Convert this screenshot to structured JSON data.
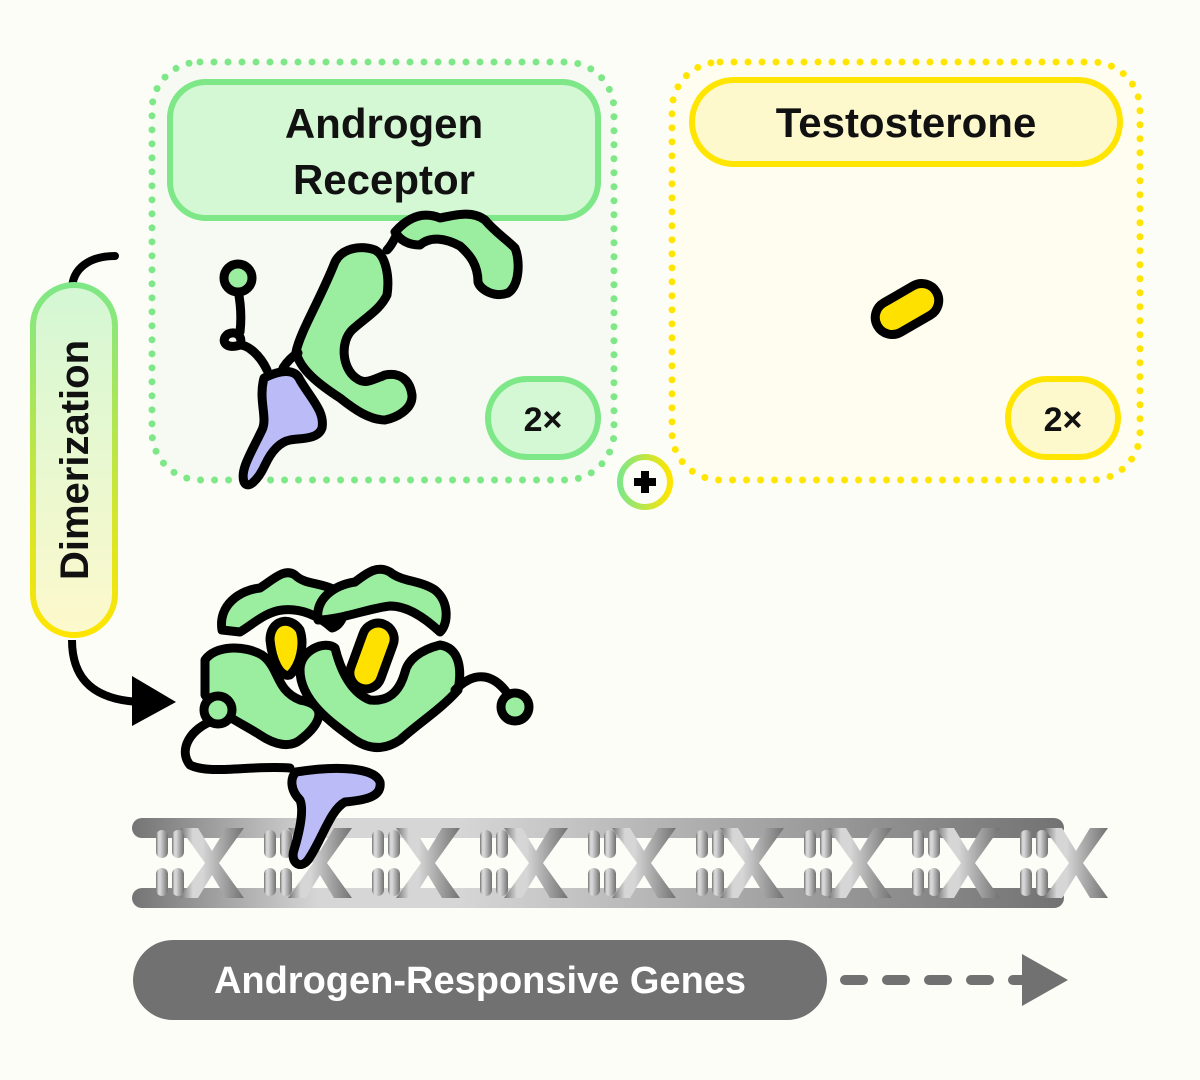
{
  "panels": {
    "receptor": {
      "title_line1": "Androgen",
      "title_line2": "Receptor",
      "count": "2×",
      "accent": "#7ee787",
      "fill": "#d4f7d4",
      "bg": "#f7faf3"
    },
    "hormone": {
      "title": "Testosterone",
      "count": "2×",
      "accent": "#ffe500",
      "fill": "#fdf9cc",
      "bg": "#fffdf0"
    }
  },
  "plus_symbol": "+",
  "process": {
    "label": "Dimerization"
  },
  "dna": {
    "label": "Androgen-Responsive Genes",
    "color": "#717171"
  },
  "icons": {
    "receptor_monomer": "androgen-receptor-protein-icon",
    "testosterone": "testosterone-molecule-icon",
    "dimer": "receptor-dimer-complex-icon",
    "dna_helix": "dna-double-helix-icon",
    "plus": "plus-icon",
    "arrow": "curved-arrow-icon",
    "dashed_arrow": "dashed-arrow-right-icon"
  },
  "colors": {
    "protein_green": "#9bed9f",
    "protein_purple": "#bbbbf7",
    "hormone_yellow": "#ffe100",
    "outline": "#000000"
  }
}
